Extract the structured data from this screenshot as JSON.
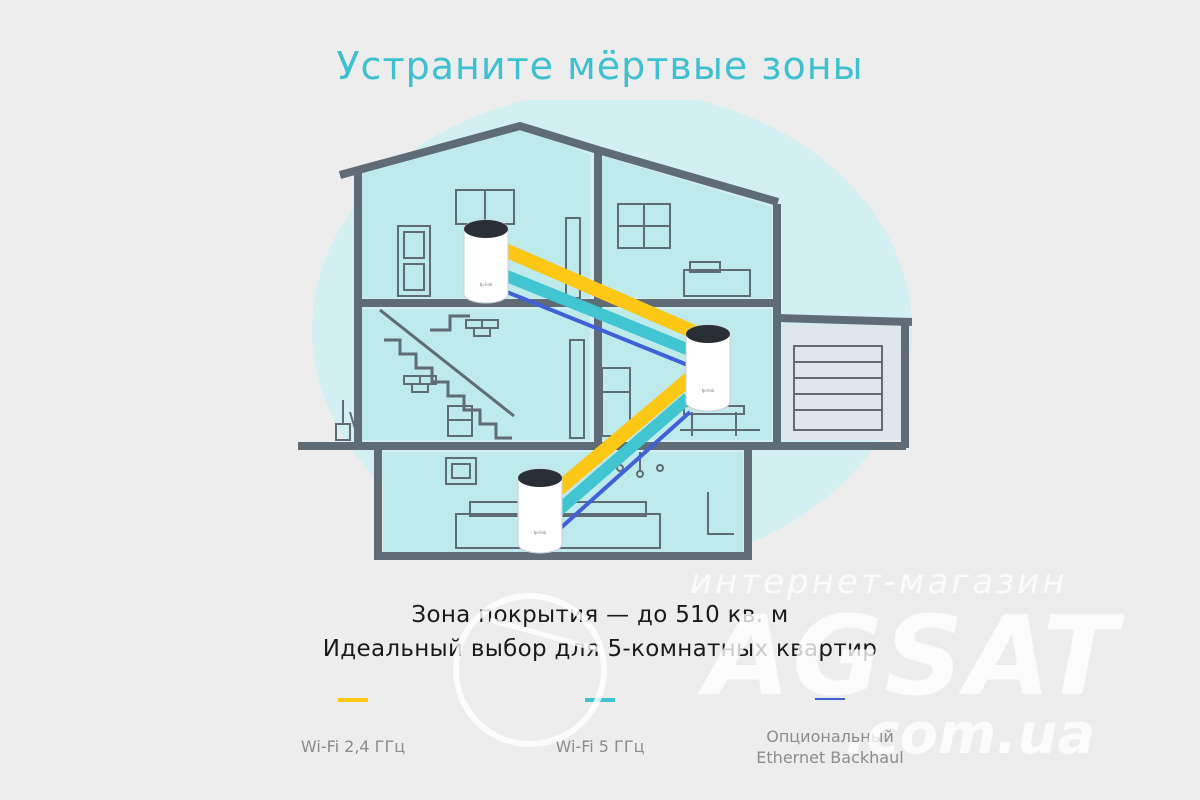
{
  "header": {
    "title": "Устраните мёртвые зоны"
  },
  "illustration": {
    "units": [
      {
        "brand": "tp-link"
      },
      {
        "brand": "tp-link"
      },
      {
        "brand": "tp-link"
      }
    ]
  },
  "caption": {
    "line1": "Зона покрытия — до 510 кв. м",
    "line2": "Идеальный выбор для 5-комнатных квартир"
  },
  "legend": [
    {
      "label": "Wi-Fi 2,4 ГГц",
      "color": "#fcc715"
    },
    {
      "label": "Wi-Fi 5 ГГц",
      "color": "#41c5d0"
    },
    {
      "label_line1": "Опциональный",
      "label_line2": "Ethernet Backhaul",
      "color": "#4060d8"
    }
  ],
  "watermark": {
    "top": "интернет-магазин",
    "brand": "AGSAT",
    "domain": ".com.ua"
  },
  "colors": {
    "accent": "#3ec1cf",
    "walls": "#5f6b75",
    "room_fill": "#bfeaec",
    "glow": "#cdeff2",
    "yellow": "#fcc715",
    "cyan": "#41c5d0",
    "blue": "#4060d8"
  }
}
